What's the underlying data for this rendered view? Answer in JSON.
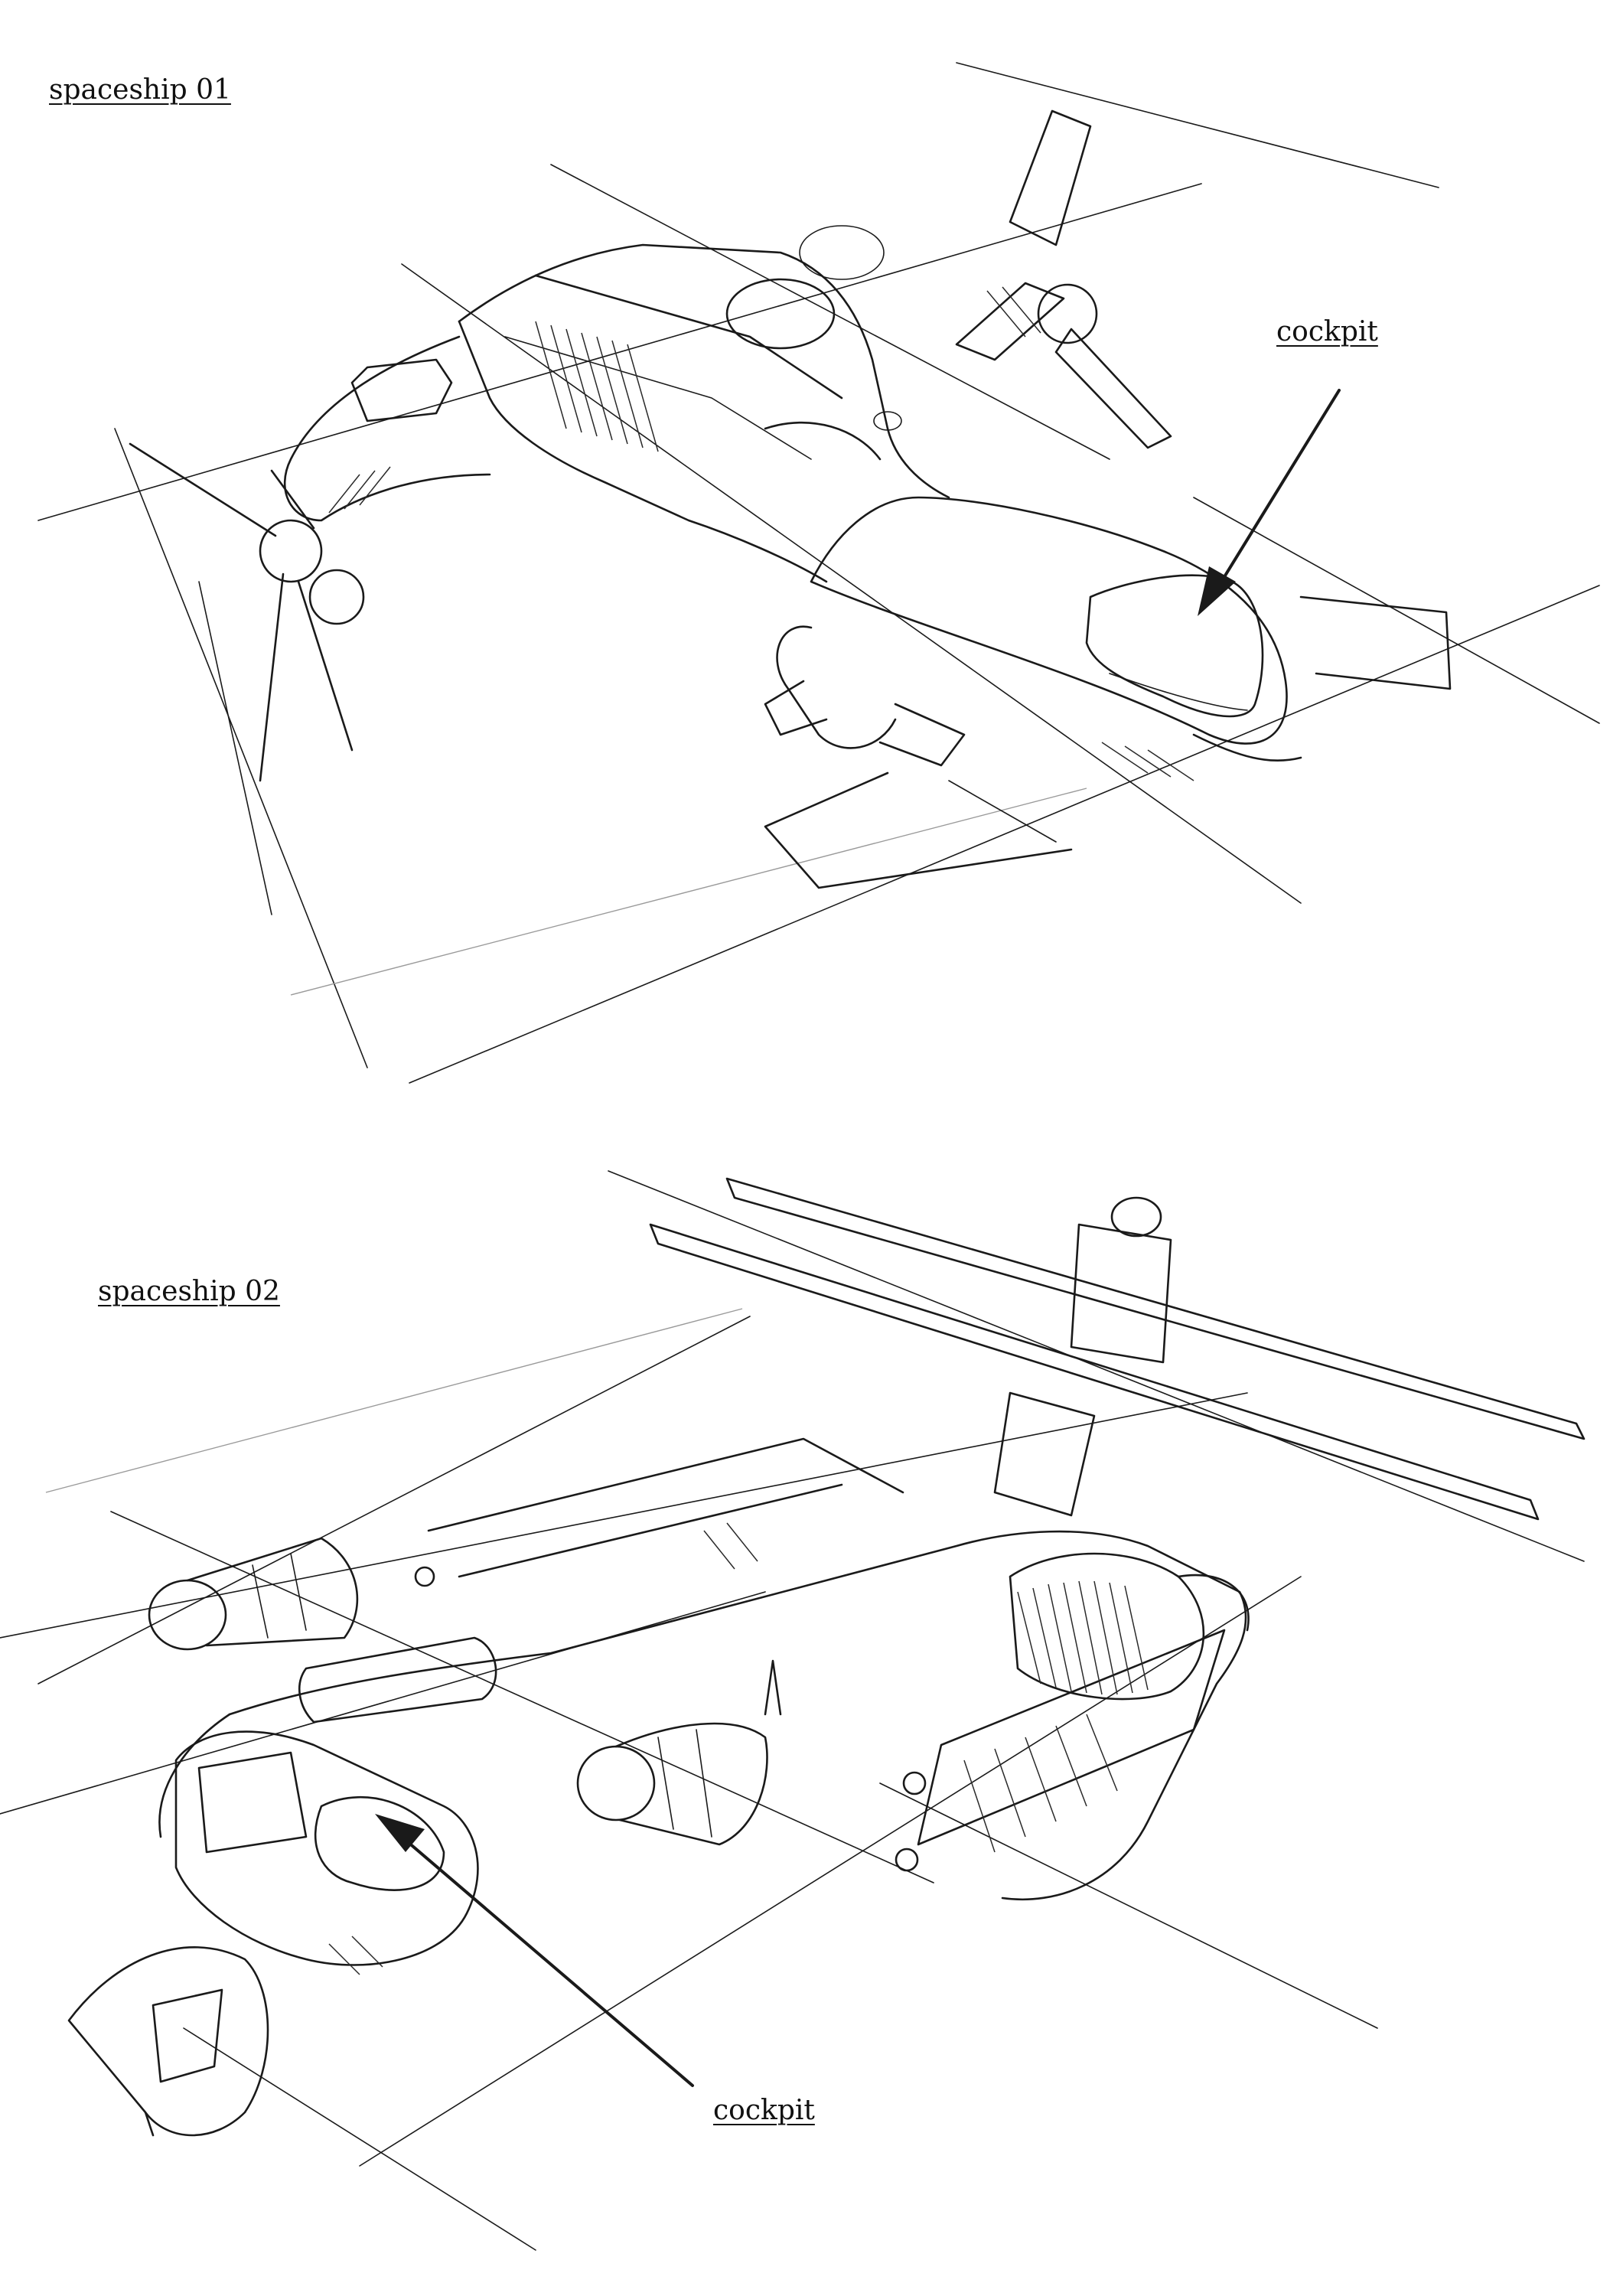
{
  "labels": {
    "ship1_title": "spaceship 01",
    "ship1_cockpit": "cockpit",
    "ship2_title": "spaceship 02",
    "ship2_cockpit": "cockpit"
  },
  "colors": {
    "ink": "#1a1a1a",
    "paper": "#ffffff"
  }
}
